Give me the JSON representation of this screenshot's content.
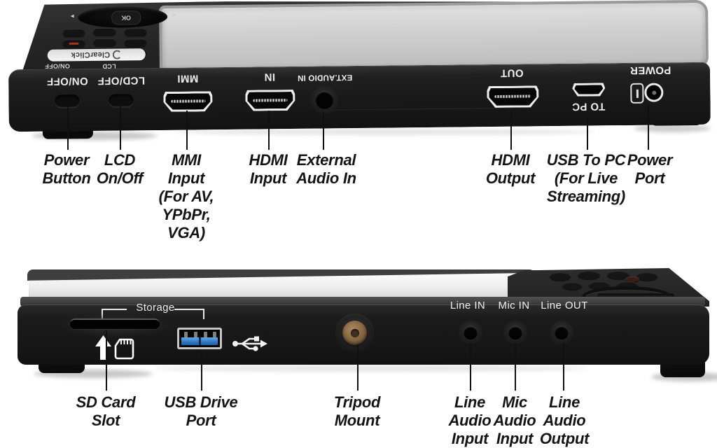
{
  "top_view": {
    "device": {
      "brand": "ClearClick",
      "ok_button": "OK",
      "top_label_power": "ON/OFF",
      "top_label_lcd": "LCD",
      "btn_power": "ON/OFF",
      "btn_lcd": "LCD/OFF",
      "port_mmi": "MMI",
      "port_hdmi_in": "IN",
      "port_ext_audio": "EXT.AUDIO IN",
      "port_hdmi_out": "OUT",
      "port_to_pc": "TO PC",
      "port_power": "POWER"
    },
    "callouts": [
      {
        "label": "Power\nButton"
      },
      {
        "label": "LCD\nOn/Off"
      },
      {
        "label": "MMI\nInput\n(For AV,\nYPbPr,\nVGA)"
      },
      {
        "label": "HDMI\nInput"
      },
      {
        "label": "External\nAudio In"
      },
      {
        "label": "HDMI\nOutput"
      },
      {
        "label": "USB To PC\n(For Live\nStreaming)"
      },
      {
        "label": "Power\nPort"
      }
    ]
  },
  "bottom_view": {
    "device": {
      "storage": "Storage",
      "line_in": "Line IN",
      "mic_in": "Mic IN",
      "line_out": "Line OUT"
    },
    "callouts": [
      {
        "label": "SD Card\nSlot"
      },
      {
        "label": "USB Drive\nPort"
      },
      {
        "label": "Tripod\nMount"
      },
      {
        "label": "Line\nAudio\nInput"
      },
      {
        "label": "Mic\nAudio\nInput"
      },
      {
        "label": "Line\nAudio\nOutput"
      }
    ]
  },
  "colors": {
    "background": "#ffffff",
    "device_body": "#1a1a1a",
    "label_text": "#141414",
    "usb_blue": "#2d77c6",
    "tripod_brass": "#8a6a45"
  }
}
